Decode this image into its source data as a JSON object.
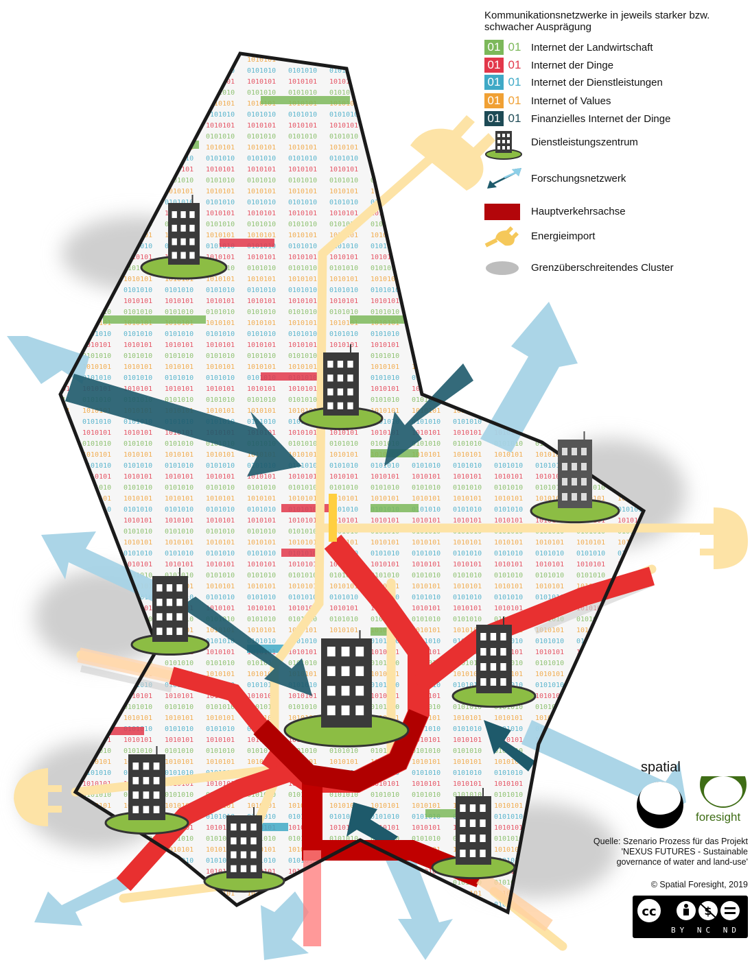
{
  "legend": {
    "title_line1": "Kommunikationsnetzwerke in jeweils starker bzw.",
    "title_line2": "schwacher Ausprägung",
    "bits": "01",
    "networks": [
      {
        "label": "Internet der Landwirtschaft",
        "color": "#7cb85a"
      },
      {
        "label": "Internet der Dinge",
        "color": "#e2374a"
      },
      {
        "label": "Internet der Dienstleistungen",
        "color": "#3fa9c6"
      },
      {
        "label": "Internet of Values",
        "color": "#f0a034"
      },
      {
        "label": "Finanzielles Internet der Dinge",
        "color": "#1d4a55"
      }
    ],
    "symbols": [
      {
        "label": "Dienstleistungszentrum",
        "icon": "building-icon"
      },
      {
        "label": "Forschungsnetzwerk",
        "icon": "double-arrow-icon"
      },
      {
        "label": "Hauptverkehrsachse",
        "icon": "red-bar-icon",
        "color": "#b3060a"
      },
      {
        "label": "Energieimport",
        "icon": "plug-icon",
        "color": "#f5c85a"
      },
      {
        "label": "Grenzüberschreitendes Cluster",
        "icon": "grey-blob-icon",
        "color": "#bdbdbd"
      }
    ]
  },
  "logo": {
    "word1": "spatial",
    "word2": "foresight",
    "green": "#3f6d16"
  },
  "source": {
    "line1": "Quelle: Szenario Prozess für das Projekt",
    "line2": "'NEXUS FUTURES - Sustainable",
    "line3": "governance of water and land-use'"
  },
  "copyright": "© Spatial Foresight, 2019",
  "license": {
    "cc": "cc",
    "letters": "BY NC ND"
  },
  "colors": {
    "outline": "#1a1a1a",
    "arrow_light": "#a7d3e6",
    "arrow_dark": "#1e5a6b",
    "road_red": "#c00000",
    "road_light": "#ff5050",
    "energy": "#fde3a6",
    "pad_green": "#8cbd44",
    "building": "#3a3a3a"
  }
}
